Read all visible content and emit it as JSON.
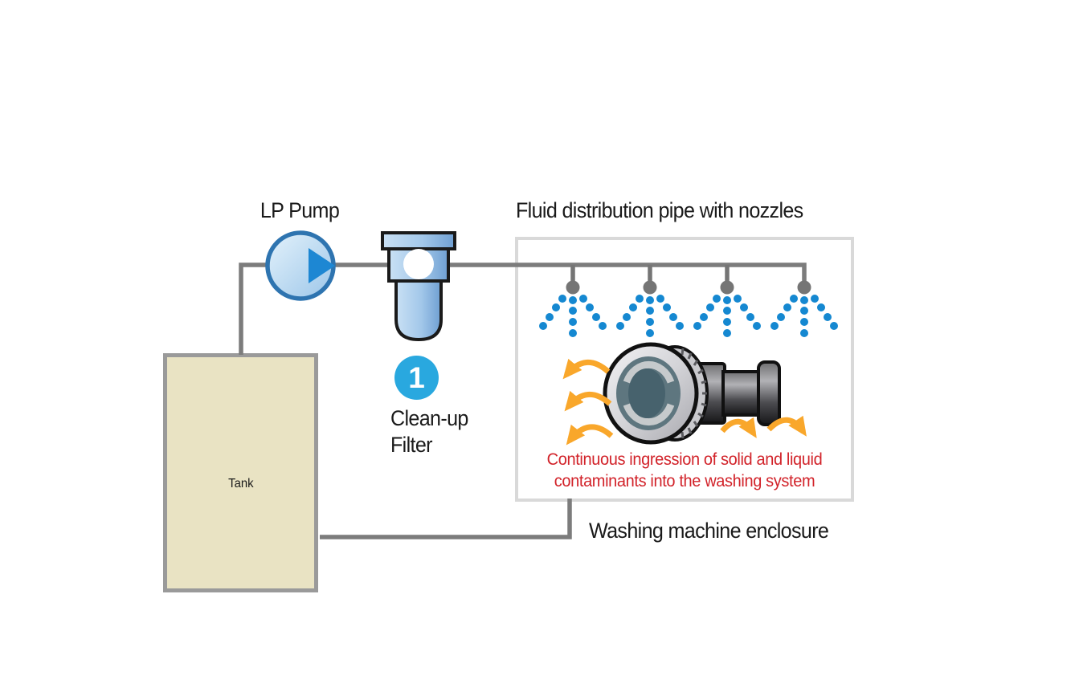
{
  "diagram": {
    "pump_label": "LP Pump",
    "pipe_label": "Fluid distribution pipe with nozzles",
    "filter": {
      "badge": "1",
      "name_line1": "Clean-up",
      "name_line2": "Filter"
    },
    "tank_label": "Tank",
    "warning_line1": "Continuous ingression of solid and liquid",
    "warning_line2": "contaminants into the washing system",
    "enclosure_label": "Washing machine enclosure",
    "colors": {
      "pipe_gray": "#7c7c7c",
      "nozzle_gray": "#757575",
      "spray_blue": "#1588d1",
      "pump_border_blue": "#2e74b0",
      "pump_arrow_blue": "#1d87d3",
      "badge_blue": "#29a8df",
      "warning_red": "#d2232a",
      "splash_orange": "#f9a72b",
      "tank_fill": "#e9e3c3",
      "tank_border": "#9a9a9a",
      "enclosure_border": "#d9d9d9"
    }
  }
}
